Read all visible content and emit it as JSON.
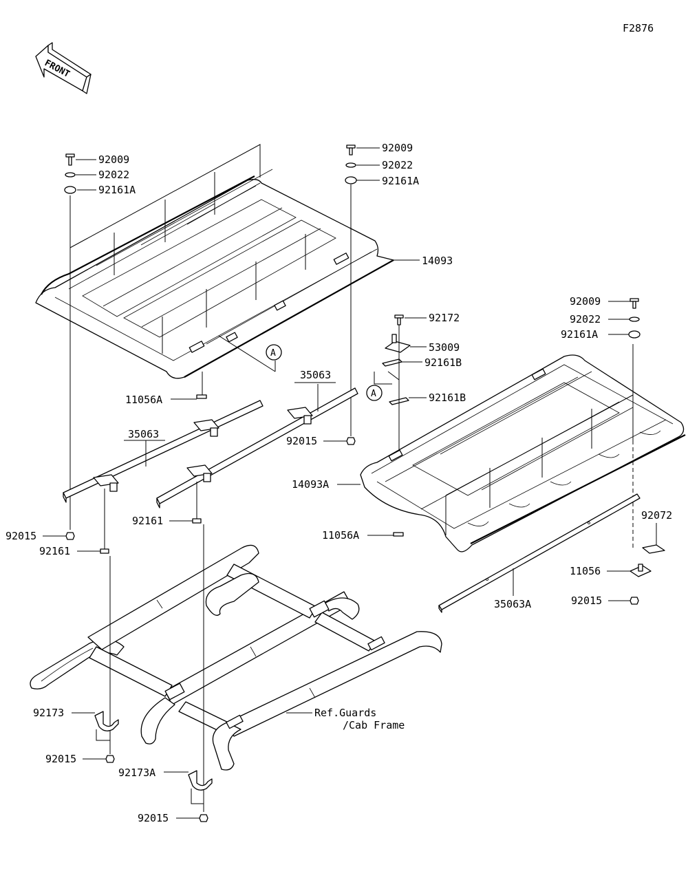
{
  "figure_code": "F2876",
  "front_arrow_text": "FRONT",
  "callout_a": "A",
  "reference_text": {
    "line1": "Ref.Guards",
    "line2": "/Cab Frame"
  },
  "labels": {
    "l_92009_left": "92009",
    "l_92022_left": "92022",
    "l_92161a_left": "92161A",
    "l_92009_mid": "92009",
    "l_92022_mid": "92022",
    "l_92161a_mid": "92161A",
    "l_14093": "14093",
    "l_11056a_left": "11056A",
    "l_35063_upper": "35063",
    "l_35063_left": "35063",
    "l_92015_mid": "92015",
    "l_92161_mid": "92161",
    "l_92015_left": "92015",
    "l_92161_left": "92161",
    "l_92172": "92172",
    "l_53009": "53009",
    "l_92161b_upper": "92161B",
    "l_92161b_lower": "92161B",
    "l_14093a": "14093A",
    "l_11056a_right": "11056A",
    "l_92009_right": "92009",
    "l_92022_right": "92022",
    "l_92161a_right": "92161A",
    "l_92072": "92072",
    "l_11056": "11056",
    "l_92015_right": "92015",
    "l_35063a": "35063A",
    "l_92173": "92173",
    "l_92015_lower": "92015",
    "l_92173a": "92173A",
    "l_92015_bottom": "92015"
  }
}
